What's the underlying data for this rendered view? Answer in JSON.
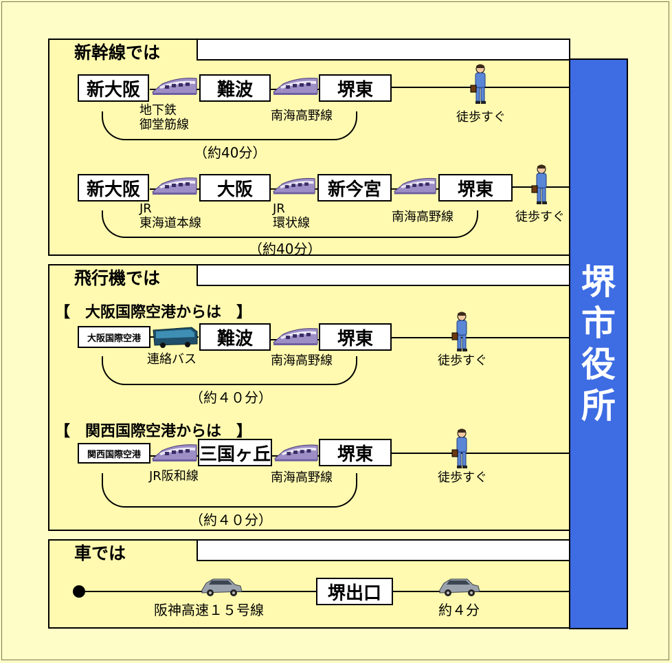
{
  "city_hall": {
    "label": "堺市役所"
  },
  "shinkansen": {
    "title": "新幹線では",
    "route1": {
      "stations": [
        "新大阪",
        "難波",
        "堺東"
      ],
      "line1": "地下鉄\n御堂筋線",
      "line2": "南海高野線",
      "walk": "徒歩すぐ",
      "duration": "（約40分）"
    },
    "route2": {
      "stations": [
        "新大阪",
        "大阪",
        "新今宮",
        "堺東"
      ],
      "line1": "JR\n東海道本線",
      "line2": "JR\n環状線",
      "line3": "南海高野線",
      "walk": "徒歩すぐ",
      "duration": "（約40分）"
    }
  },
  "airplane": {
    "title": "飛行機では",
    "itami": {
      "heading": "【　大阪国際空港からは　】",
      "stations": [
        "大阪国際空港",
        "難波",
        "堺東"
      ],
      "line1": "連絡バス",
      "line2": "南海高野線",
      "walk": "徒歩すぐ",
      "duration": "（約４０分）"
    },
    "kansai": {
      "heading": "【　関西国際空港からは　】",
      "stations": [
        "関西国際空港",
        "三国ヶ丘",
        "堺東"
      ],
      "line1": "JR阪和線",
      "line2": "南海高野線",
      "walk": "徒歩すぐ",
      "duration": "（約４０分）"
    }
  },
  "car": {
    "title": "車では",
    "exit": "堺出口",
    "road": "阪神高速１５号線",
    "time": "約４分"
  },
  "icons": {
    "train": "train-icon",
    "bus": "bus-icon",
    "car": "car-icon",
    "person": "walking-person-icon"
  },
  "colors": {
    "background": "#fefdc8",
    "panel": "#fffab0",
    "city_hall": "#3d6ce3"
  }
}
